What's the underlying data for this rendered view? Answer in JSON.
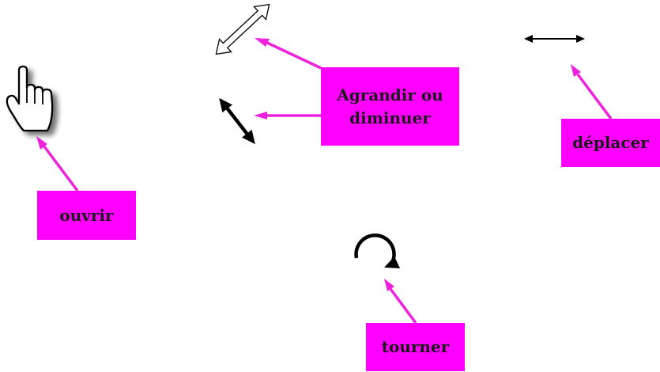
{
  "colors": {
    "label_background": "#ff00ff",
    "pointer_line": "#ee22dd",
    "icon": "#000000",
    "text": "#1a1a1a"
  },
  "labels": {
    "resize": "Agrandir ou diminuer",
    "move": "déplacer",
    "open": "ouvrir",
    "rotate": "tourner"
  },
  "icons": {
    "resize_diagonal_outline": "resize-diagonal-outline-icon",
    "resize_diagonal_bold": "resize-diagonal-bold-icon",
    "move_horizontal": "move-horizontal-arrow-icon",
    "open_hand": "hand-pointer-icon",
    "rotate": "rotate-arrow-icon"
  }
}
